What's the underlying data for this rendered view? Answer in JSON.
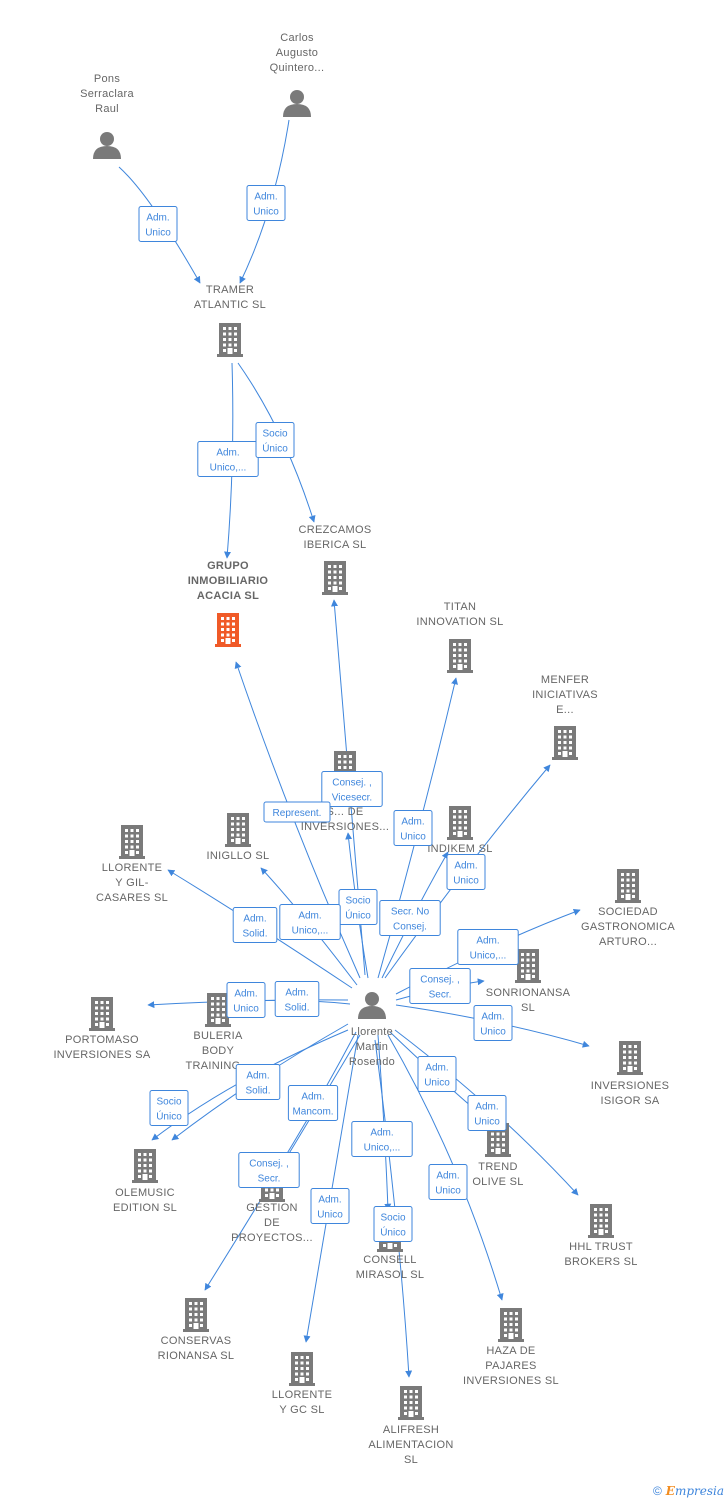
{
  "colors": {
    "edge": "#3f86dc",
    "node": "#7a7a7a",
    "focus": "#f05a28",
    "label": "#666666"
  },
  "nodes": [
    {
      "id": "pons",
      "type": "person",
      "label": [
        "Pons",
        "Serraclara",
        "Raul"
      ]
    },
    {
      "id": "carlos",
      "type": "person",
      "label": [
        "Carlos",
        "Augusto",
        "Quintero..."
      ]
    },
    {
      "id": "tramer",
      "type": "company",
      "label": [
        "TRAMER",
        "ATLANTIC  SL"
      ]
    },
    {
      "id": "grupo",
      "type": "company",
      "focus": true,
      "label": [
        "GRUPO",
        "INMOBILIARIO",
        "ACACIA  SL"
      ]
    },
    {
      "id": "crezcamos",
      "type": "company",
      "label": [
        "CREZCAMOS",
        "IBERICA  SL"
      ]
    },
    {
      "id": "titan",
      "type": "company",
      "label": [
        "TITAN",
        "INNOVATION SL"
      ]
    },
    {
      "id": "menfer",
      "type": "company",
      "label": [
        "MENFER",
        "INICIATIVAS",
        "E..."
      ]
    },
    {
      "id": "sdeinv",
      "type": "company",
      "label": [
        "S... DE",
        "INVERSIONES..."
      ]
    },
    {
      "id": "indikem",
      "type": "company",
      "label": [
        "INDIKEM SL"
      ]
    },
    {
      "id": "iniglo",
      "type": "company",
      "label": [
        "INIGLLO SL"
      ]
    },
    {
      "id": "llorente_gil",
      "type": "company",
      "label": [
        "LLORENTE",
        "Y GIL-",
        "CASARES  SL"
      ]
    },
    {
      "id": "sociedad",
      "type": "company",
      "label": [
        "SOCIEDAD",
        "GASTRONOMICA",
        "ARTURO..."
      ]
    },
    {
      "id": "sonrionansa",
      "type": "company",
      "label": [
        "SONRIONANSA",
        "SL"
      ]
    },
    {
      "id": "portomaso",
      "type": "company",
      "label": [
        "PORTOMASO",
        "INVERSIONES SA"
      ]
    },
    {
      "id": "buleria",
      "type": "company",
      "label": [
        "BULERIA",
        "BODY",
        "TRAINING..."
      ]
    },
    {
      "id": "center",
      "type": "person",
      "label": [
        "Llorente",
        "Martin",
        "Rosendo"
      ]
    },
    {
      "id": "isigor",
      "type": "company",
      "label": [
        "INVERSIONES",
        "ISIGOR SA"
      ]
    },
    {
      "id": "olemusic",
      "type": "company",
      "label": [
        "OLEMUSIC",
        "EDITION  SL"
      ]
    },
    {
      "id": "trend",
      "type": "company",
      "label": [
        "TREND",
        "OLIVE SL"
      ]
    },
    {
      "id": "gestion",
      "type": "company",
      "label": [
        "GESTION",
        "DE",
        "PROYECTOS..."
      ]
    },
    {
      "id": "consell",
      "type": "company",
      "label": [
        "CONSELL",
        "MIRASOL  SL"
      ]
    },
    {
      "id": "hhl",
      "type": "company",
      "label": [
        "HHL TRUST",
        "BROKERS  SL"
      ]
    },
    {
      "id": "conservas",
      "type": "company",
      "label": [
        "CONSERVAS",
        "RIONANSA  SL"
      ]
    },
    {
      "id": "haza",
      "type": "company",
      "label": [
        "HAZA DE",
        "PAJARES",
        "INVERSIONES SL"
      ]
    },
    {
      "id": "llorentegc",
      "type": "company",
      "label": [
        "LLORENTE",
        "Y GC  SL"
      ]
    },
    {
      "id": "alifresh",
      "type": "company",
      "label": [
        "ALIFRESH",
        "ALIMENTACION",
        "SL"
      ]
    }
  ],
  "roles": [
    {
      "id": "r1",
      "lines": [
        "Adm.",
        "Unico"
      ]
    },
    {
      "id": "r2",
      "lines": [
        "Adm.",
        "Unico"
      ]
    },
    {
      "id": "r3",
      "lines": [
        "Adm.",
        "Unico,..."
      ]
    },
    {
      "id": "r4",
      "lines": [
        "Socio",
        "Único"
      ]
    },
    {
      "id": "r5",
      "lines": [
        "Consej. ,",
        "Vicesecr."
      ]
    },
    {
      "id": "r6",
      "lines": [
        "Represent."
      ]
    },
    {
      "id": "r7",
      "lines": [
        "Adm.",
        "Unico"
      ]
    },
    {
      "id": "r8",
      "lines": [
        "Adm.",
        "Unico"
      ]
    },
    {
      "id": "r9",
      "lines": [
        "Socio",
        "Único"
      ]
    },
    {
      "id": "r10",
      "lines": [
        "Secr.  No",
        "Consej."
      ]
    },
    {
      "id": "r11",
      "lines": [
        "Adm.",
        "Solid."
      ]
    },
    {
      "id": "r12",
      "lines": [
        "Adm.",
        "Unico,..."
      ]
    },
    {
      "id": "r13",
      "lines": [
        "Adm.",
        "Unico,..."
      ]
    },
    {
      "id": "r14",
      "lines": [
        "Consej. ,",
        "Secr."
      ]
    },
    {
      "id": "r15",
      "lines": [
        "Adm.",
        "Unico"
      ]
    },
    {
      "id": "r16",
      "lines": [
        "Adm.",
        "Unico"
      ]
    },
    {
      "id": "r17",
      "lines": [
        "Adm.",
        "Solid."
      ]
    },
    {
      "id": "r18",
      "lines": [
        "Adm.",
        "Solid."
      ]
    },
    {
      "id": "r19",
      "lines": [
        "Socio",
        "Único"
      ]
    },
    {
      "id": "r20",
      "lines": [
        "Adm.",
        "Mancom."
      ]
    },
    {
      "id": "r21",
      "lines": [
        "Adm.",
        "Unico"
      ]
    },
    {
      "id": "r22",
      "lines": [
        "Adm.",
        "Unico"
      ]
    },
    {
      "id": "r23",
      "lines": [
        "Consej. ,",
        "Secr."
      ]
    },
    {
      "id": "r24",
      "lines": [
        "Adm.",
        "Unico,..."
      ]
    },
    {
      "id": "r25",
      "lines": [
        "Adm.",
        "Unico"
      ]
    },
    {
      "id": "r26",
      "lines": [
        "Adm.",
        "Unico"
      ]
    },
    {
      "id": "r27",
      "lines": [
        "Socio",
        "Único"
      ]
    }
  ],
  "edges": [
    {
      "from": "pons",
      "to": "tramer",
      "role": "r1"
    },
    {
      "from": "carlos",
      "to": "tramer",
      "role": "r2"
    },
    {
      "from": "tramer",
      "to": "grupo",
      "role": "r3"
    },
    {
      "from": "tramer",
      "to": "crezcamos",
      "role": "r4"
    },
    {
      "from": "center",
      "to": "crezcamos",
      "role": "r5"
    },
    {
      "from": "center",
      "to": "grupo",
      "role": "r6"
    },
    {
      "from": "center",
      "to": "titan",
      "role": "r7"
    },
    {
      "from": "center",
      "to": "menfer",
      "role": "r8"
    },
    {
      "from": "center",
      "to": "sdeinv",
      "role": "r9"
    },
    {
      "from": "center",
      "to": "indikem",
      "role": "r10"
    },
    {
      "from": "center",
      "to": "llorente_gil",
      "role": "r11"
    },
    {
      "from": "center",
      "to": "iniglo",
      "role": "r12"
    },
    {
      "from": "center",
      "to": "sociedad",
      "role": "r13"
    },
    {
      "from": "center",
      "to": "sonrionansa",
      "role": "r14"
    },
    {
      "from": "center",
      "to": "isigor",
      "role": "r15"
    },
    {
      "from": "center",
      "to": "portomaso",
      "role": "r16"
    },
    {
      "from": "center",
      "to": "buleria",
      "role": "r17"
    },
    {
      "from": "center",
      "to": "olemusic",
      "role": "r18"
    },
    {
      "from": "center",
      "to": "olemusic",
      "role": "r19"
    },
    {
      "from": "center",
      "to": "gestion",
      "role": "r20"
    },
    {
      "from": "center",
      "to": "trend",
      "role": "r21"
    },
    {
      "from": "center",
      "to": "hhl",
      "role": "r22"
    },
    {
      "from": "center",
      "to": "conservas",
      "role": "r23"
    },
    {
      "from": "center",
      "to": "consell",
      "role": "r24"
    },
    {
      "from": "center",
      "to": "llorentegc",
      "role": "r25"
    },
    {
      "from": "center",
      "to": "haza",
      "role": "r26"
    },
    {
      "from": "center",
      "to": "alifresh",
      "role": "r27"
    }
  ],
  "footer": {
    "copyright": "©",
    "brand_initial": "E",
    "brand_rest": "mpresia"
  }
}
